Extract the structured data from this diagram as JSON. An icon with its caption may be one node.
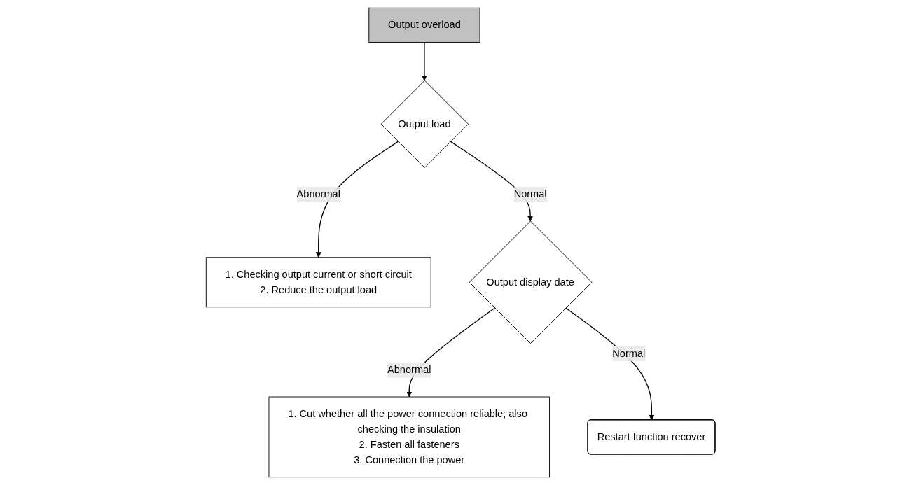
{
  "diagram": {
    "nodes": [
      {
        "text": [
          "Output overload"
        ]
      },
      {
        "text": [
          "Output load"
        ]
      },
      {
        "text": [
          "1. Checking output current or short circuit",
          "2. Reduce the output load"
        ]
      },
      {
        "text": [
          "Output display date"
        ]
      },
      {
        "text": [
          "1. Cut whether all the power connection reliable; also checking the insulation",
          "2. Fasten all fasteners",
          "3. Connection the power"
        ]
      },
      {
        "text": [
          "Restart function recover"
        ]
      }
    ],
    "edges": [
      {
        "from": 0,
        "to": 1,
        "arrow": "to"
      },
      {
        "from": 1,
        "to": 2,
        "arrow": "to",
        "label": "Abnormal"
      },
      {
        "from": 1,
        "to": 3,
        "arrow": "to",
        "label": "Normal"
      },
      {
        "from": 3,
        "to": 4,
        "arrow": "to",
        "label": "Abnormal"
      },
      {
        "from": 3,
        "to": 5,
        "arrow": "to",
        "label": "Normal"
      }
    ]
  }
}
